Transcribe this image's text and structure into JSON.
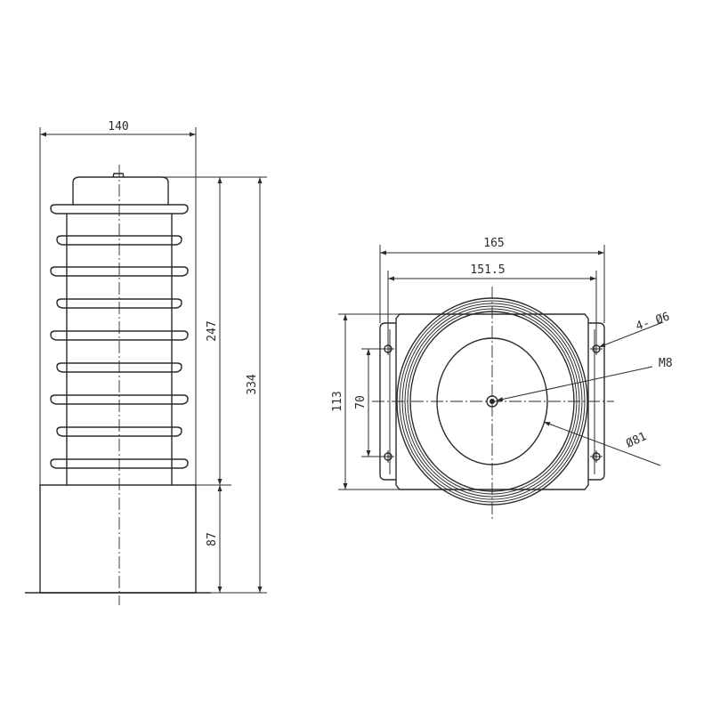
{
  "dimensions": {
    "side_width": "140",
    "side_overall_height": "334",
    "side_shed_height": "247",
    "side_base_height": "87",
    "top_overall_width": "165",
    "top_hole_spacing": "151.5",
    "top_overall_depth": "113",
    "top_hole_spacing_depth": "70",
    "mount_holes": "4- Ø6",
    "center_thread": "M8",
    "inner_diameter": "Ø81"
  }
}
